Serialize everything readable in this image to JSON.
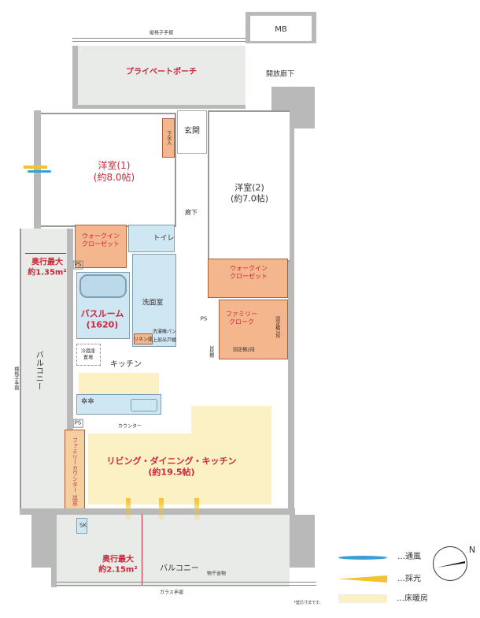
{
  "labels": {
    "top_rail": "縦格子手摺",
    "mb": "MB",
    "porch": "プライベートポーチ",
    "open_corridor": "開放廊下",
    "entrance": "玄関",
    "shoe_box": "下足入",
    "room1": "洋室(1)",
    "room1_size": "(約8.0帖)",
    "room2": "洋室(2)",
    "room2_size": "(約7.0帖)",
    "corridor": "廊下",
    "wic1": "ウォークイン\nクローゼット",
    "toilet": "トイレ",
    "ps": "PS",
    "bath": "バスルーム",
    "bath_size": "(1620)",
    "washroom": "洗面室",
    "linen": "リネン庫",
    "washer_pan": "洗濯機パン",
    "upper_cabinet": "上部吊戸棚",
    "wic2": "ウォークイン\nクローゼット",
    "family_cloak": "ファミリー\nクローク",
    "fixed_shelf_7": "固定棚7段",
    "fixed_shelf_2": "固定棚2段",
    "shelf_3": "3段棚",
    "fridge": "冷蔵庫\n置場",
    "kitchen": "キッチン",
    "counter": "カウンター",
    "left_balcony": "バルコニー",
    "side_rail": "横格子手摺",
    "depth_left": "奥行最大",
    "depth_left_val": "約1.35m²",
    "family_counter": "ファミリーカウンター 出窓",
    "ldk": "リビング・ダイニング・キッチン",
    "ldk_size": "(約19.5帖)",
    "sk": "SK",
    "depth_bottom": "奥行最大",
    "depth_bottom_val": "約2.15m²",
    "bottom_balcony": "バルコニー",
    "drying": "物干金物",
    "glass_rail": "ガラス手摺",
    "note": "*壁芯寸法です。"
  },
  "legend": [
    {
      "label": "…通風",
      "color": "#3a9fd6",
      "icon": "wind-wave"
    },
    {
      "label": "…採光",
      "color": "#f2c230",
      "icon": "light-wedge"
    },
    {
      "label": "…床暖房",
      "color": "#fcf1c4",
      "icon": "floor-heating-swatch"
    }
  ],
  "compass": {
    "icon": "north-arrow",
    "label": "N"
  },
  "colors": {
    "room_label": "#c8283a",
    "closet": "#f4b78d",
    "wet_area": "#cfe6f3",
    "floor_heating": "#fcf1c4"
  }
}
